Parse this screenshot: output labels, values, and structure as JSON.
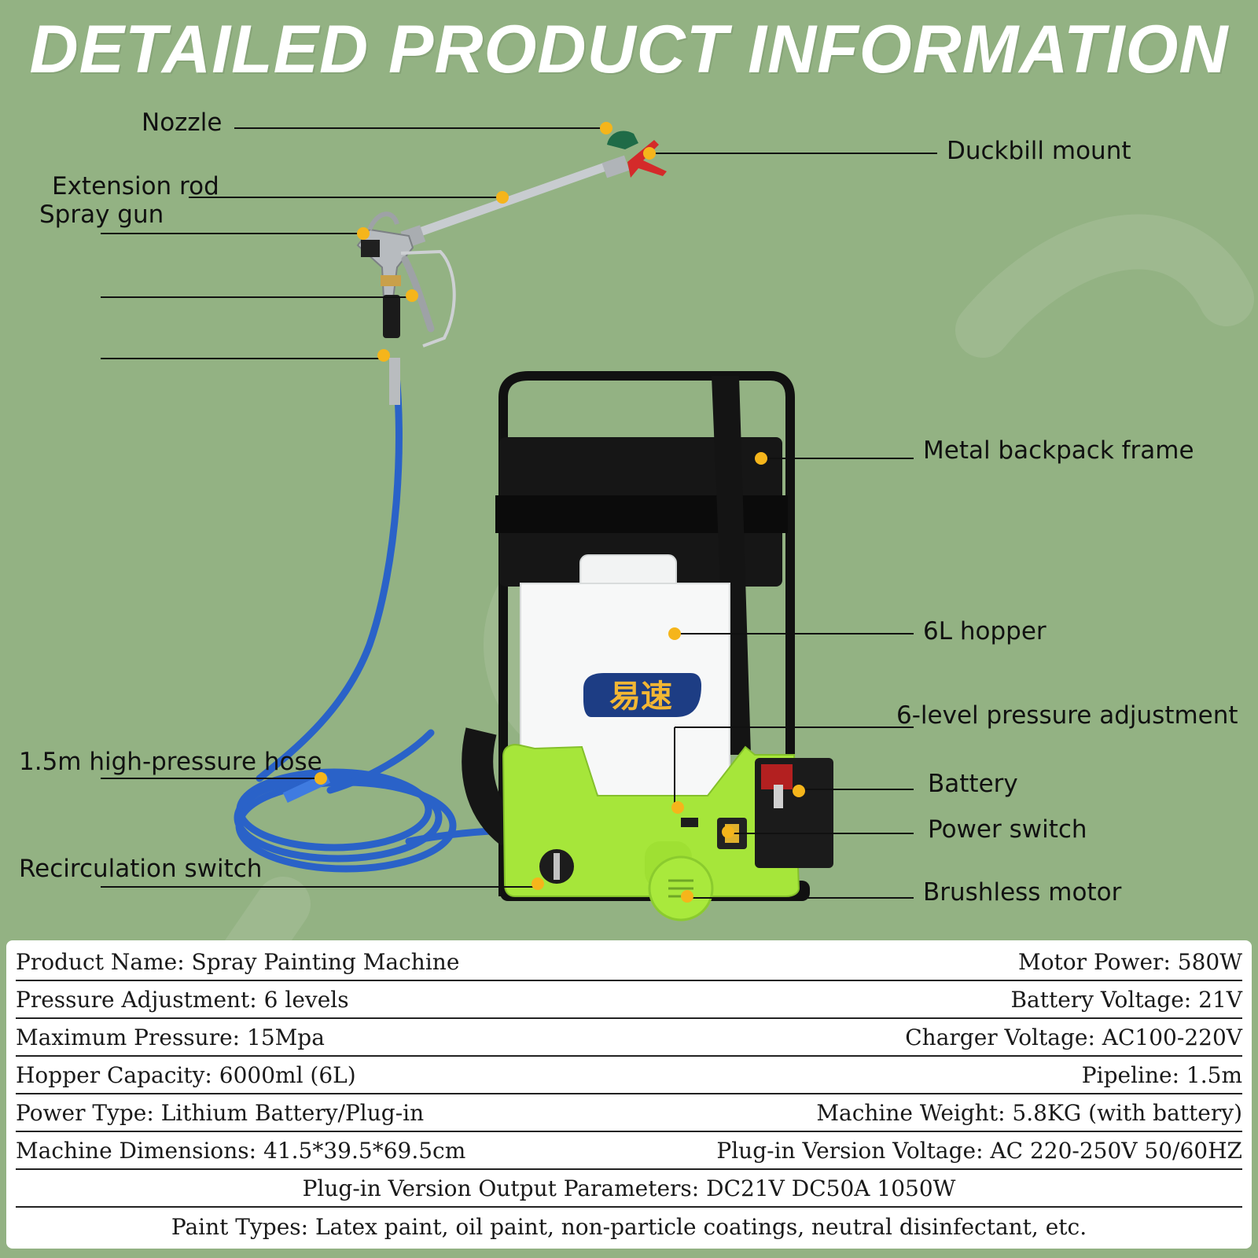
{
  "title": "DETAILED PRODUCT INFORMATION",
  "callouts": {
    "nozzle": "Nozzle",
    "duckbill_mount": "Duckbill mount",
    "extension_rod": "Extension rod",
    "spray_gun": "Spray gun",
    "metal_backpack_frame": "Metal backpack frame",
    "hopper": "6L hopper",
    "pressure_adjustment": "6-level pressure adjustment",
    "battery": "Battery",
    "power_switch": "Power switch",
    "hose": "1.5m high-pressure hose",
    "recirculation_switch": "Recirculation switch",
    "brushless_motor": "Brushless motor"
  },
  "logo_text": "易速",
  "colors": {
    "background": "#93b283",
    "dot": "#f5b51b",
    "machine_green": "#a6e63a",
    "hose_blue": "#2a62c8"
  },
  "specs": {
    "rows": [
      {
        "left": "Product Name: Spray Painting Machine",
        "right": "Motor Power: 580W"
      },
      {
        "left": "Pressure Adjustment: 6 levels",
        "right": "Battery Voltage: 21V"
      },
      {
        "left": "Maximum Pressure: 15Mpa",
        "right": "Charger Voltage: AC100-220V"
      },
      {
        "left": "Hopper Capacity: 6000ml (6L)",
        "right": "Pipeline: 1.5m"
      },
      {
        "left": "Power Type: Lithium Battery/Plug-in",
        "right": "Machine Weight: 5.8KG (with battery)"
      },
      {
        "left": "Machine Dimensions: 41.5*39.5*69.5cm",
        "right": "Plug-in Version Voltage: AC 220-250V 50/60HZ"
      }
    ],
    "output_params": "Plug-in Version Output Parameters: DC21V DC50A 1050W",
    "paint_types": "Paint Types: Latex paint, oil paint, non-particle coatings, neutral disinfectant, etc."
  }
}
